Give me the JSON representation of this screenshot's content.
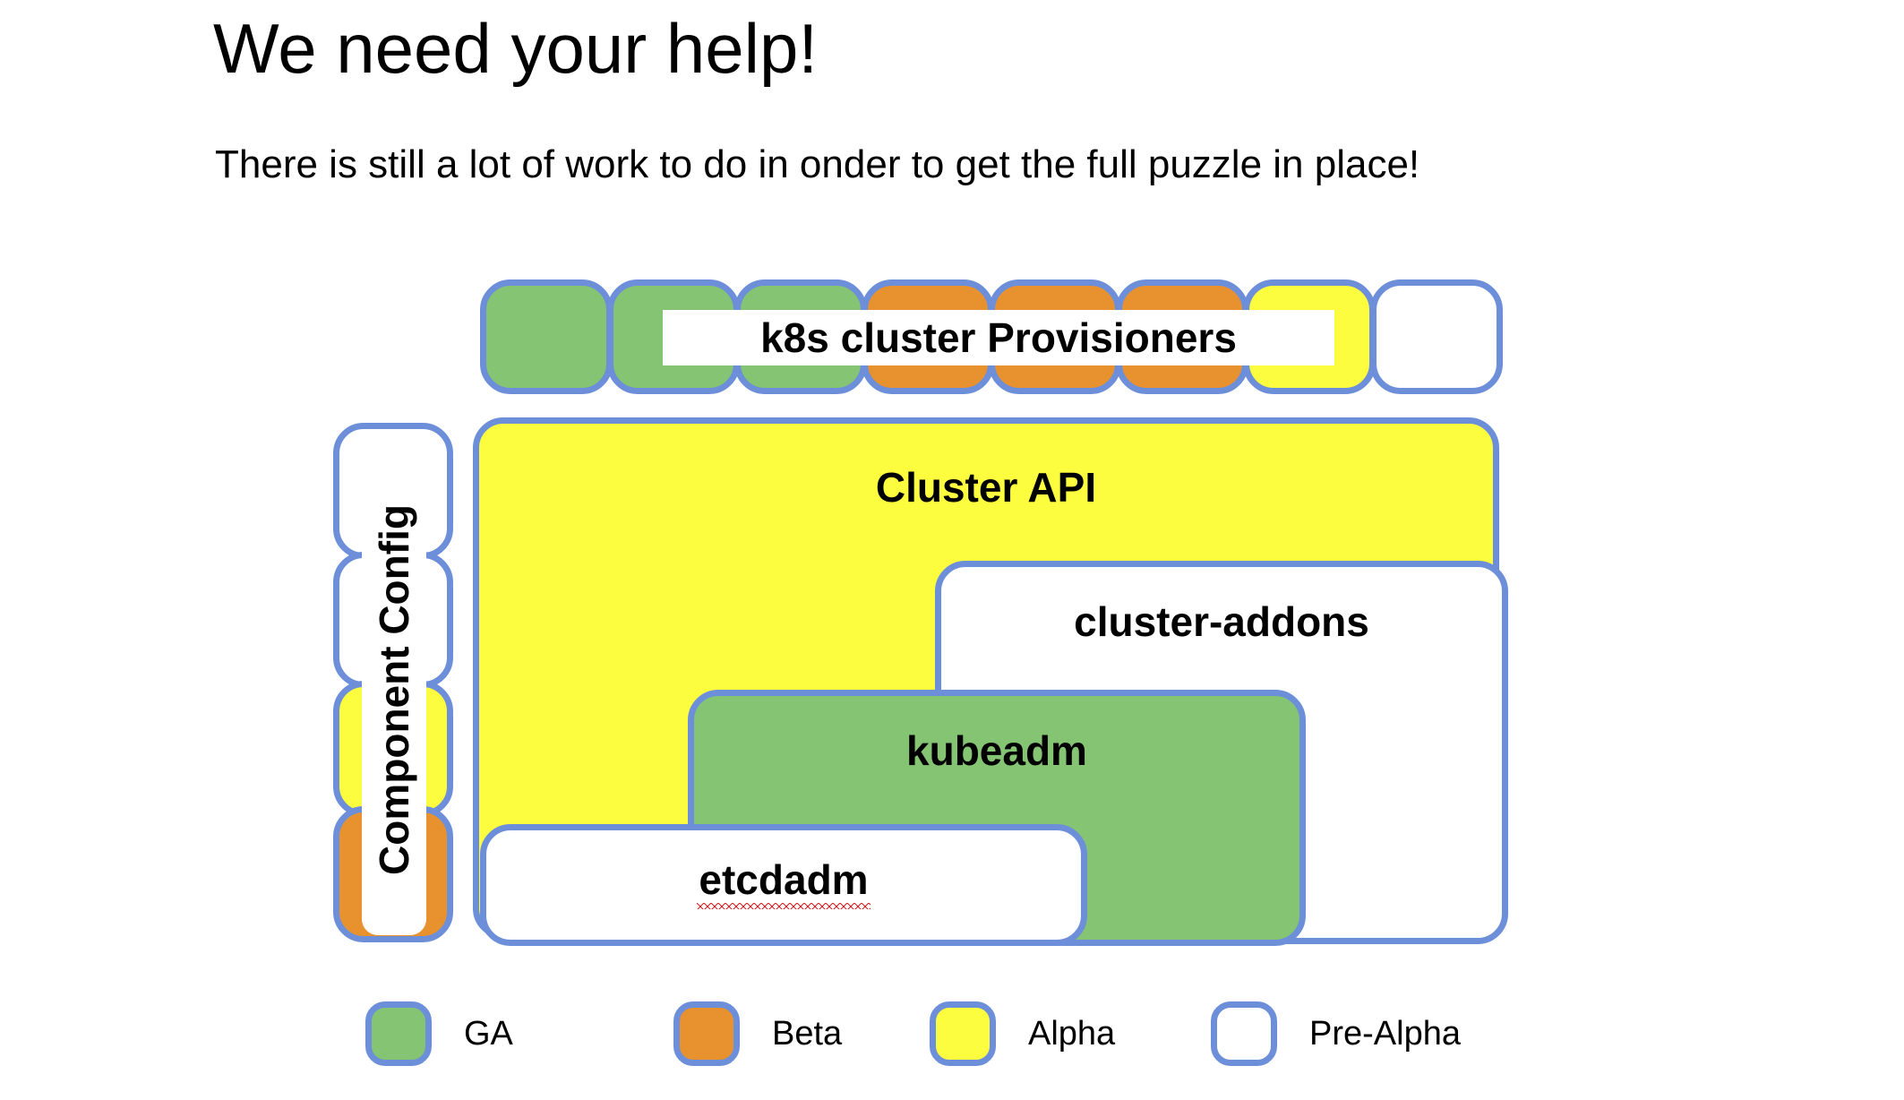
{
  "slide": {
    "title": "We need your help!",
    "subtitle": "There is still a lot of work to do in onder to get the full puzzle in place!"
  },
  "provisioners": {
    "label": "k8s cluster Provisioners",
    "tiles": [
      {
        "status": "GA",
        "color": "#85c473"
      },
      {
        "status": "GA",
        "color": "#85c473"
      },
      {
        "status": "GA",
        "color": "#85c473"
      },
      {
        "status": "Beta",
        "color": "#e8922f"
      },
      {
        "status": "Beta",
        "color": "#e8922f"
      },
      {
        "status": "Beta",
        "color": "#e8922f"
      },
      {
        "status": "Alpha",
        "color": "#fdfd40"
      },
      {
        "status": "Pre-Alpha",
        "color": "#ffffff"
      }
    ]
  },
  "component_config": {
    "label": "Component Config",
    "tiles": [
      {
        "status": "Pre-Alpha",
        "color": "#ffffff"
      },
      {
        "status": "Pre-Alpha",
        "color": "#ffffff"
      },
      {
        "status": "Alpha",
        "color": "#fdfd40"
      },
      {
        "status": "Beta",
        "color": "#e8922f"
      }
    ]
  },
  "boxes": {
    "cluster_api": {
      "label": "Cluster API",
      "status": "Alpha",
      "color": "#fdfd40"
    },
    "cluster_addons": {
      "label": "cluster-addons",
      "status": "Pre-Alpha",
      "color": "#ffffff"
    },
    "kubeadm": {
      "label": "kubeadm",
      "status": "GA",
      "color": "#85c473"
    },
    "etcdadm": {
      "label": "etcdadm",
      "status": "Pre-Alpha",
      "color": "#ffffff",
      "spellcheck_error": true
    }
  },
  "legend": {
    "items": [
      {
        "label": "GA",
        "color": "#85c473"
      },
      {
        "label": "Beta",
        "color": "#e8922f"
      },
      {
        "label": "Alpha",
        "color": "#fdfd40"
      },
      {
        "label": "Pre-Alpha",
        "color": "#ffffff"
      }
    ]
  },
  "colors": {
    "border_blue": "#6d8fd9",
    "ga_green": "#85c473",
    "beta_orange": "#e8922f",
    "alpha_yellow": "#fdfd40",
    "prealpha_white": "#ffffff",
    "spell_underline": "#e02020"
  }
}
